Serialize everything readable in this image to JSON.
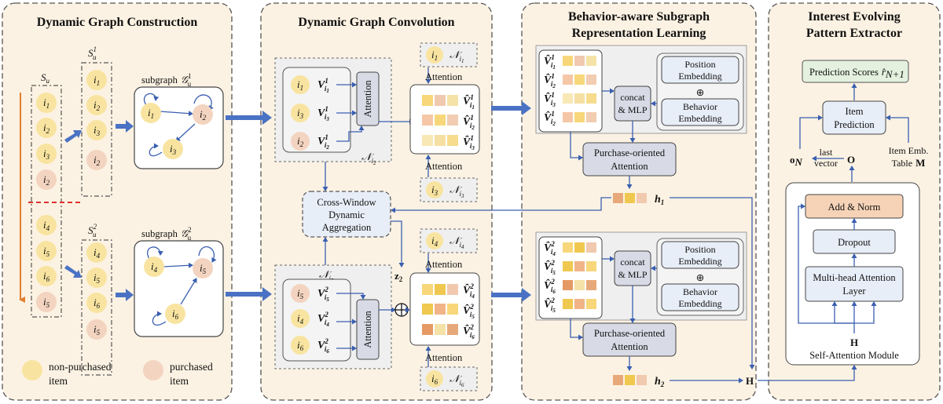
{
  "panels": {
    "construction": "Dynamic Graph Construction",
    "convolution": "Dynamic Graph Convolution",
    "behavior_l1": "Behavior-aware Subgraph",
    "behavior_l2": "Representation Learning",
    "interest_l1": "Interest Evolving",
    "interest_l2": "Pattern Extractor"
  },
  "construction": {
    "seq_label": "S",
    "seq_sub": "u",
    "win1_label": "S",
    "win1_sub": "u",
    "win1_sup": "1",
    "win2_label": "S",
    "win2_sub": "u",
    "win2_sup": "2",
    "subgraph_word": "subgraph",
    "graph1_label": "𝒢",
    "graph1_sub": "u",
    "graph1_sup": "1",
    "graph2_label": "𝒢",
    "graph2_sub": "u",
    "graph2_sup": "2",
    "seq_items": [
      "i1",
      "i2",
      "i3",
      "i2",
      "i4",
      "i5",
      "i6",
      "i5"
    ],
    "legend_non_purchased_1": "non-purchased",
    "legend_non_purchased_2": "item",
    "legend_purchased_1": "purchased",
    "legend_purchased_2": "item"
  },
  "convolution": {
    "attention": "Attention",
    "neighbor": "𝒩",
    "cross_window_1": "Cross-Window",
    "cross_window_2": "Dynamic",
    "cross_window_3": "Aggregation",
    "z2": "z",
    "z2_sub": "2",
    "oplus": "⊕"
  },
  "behavior": {
    "concat_1": "concat",
    "concat_2": "& MLP",
    "position_1": "Position",
    "position_2": "Embedding",
    "behavior_1": "Behavior",
    "behavior_2": "Embedding",
    "purchase_1": "Purchase-oriented",
    "purchase_2": "Attention",
    "h1": "h",
    "h1_sub": "1",
    "h2": "h",
    "h2_sub": "2",
    "H": "H",
    "oplus": "⊕"
  },
  "interest": {
    "prediction_scores": "Prediction Scores",
    "r_hat": "r̂",
    "r_sub": "N+1",
    "item_pred_1": "Item",
    "item_pred_2": "Prediction",
    "o_n": "o",
    "o_n_sub": "N",
    "last_1": "last",
    "last_2": "vector",
    "O": "O",
    "item_emb_1": "Item Emb.",
    "item_emb_2": "Table",
    "item_emb_M": "M",
    "add_norm": "Add & Norm",
    "dropout": "Dropout",
    "mha_1": "Multi-head Attention",
    "mha_2": "Layer",
    "H": "H",
    "self_attention": "Self-Attention Module"
  },
  "colors": {
    "panel_bg": "#fcf2e3",
    "non_purchased": "#f8e4a0",
    "purchased": "#f3d4c0",
    "blue_box": "#e8eef8",
    "arrow": "#4a72c4",
    "red_dash": "#e0302c",
    "orange_arrow": "#e08030",
    "attention_box": "#d8dbe6",
    "add_norm": "#f6d3b7",
    "pred_box": "#e3f1de"
  }
}
